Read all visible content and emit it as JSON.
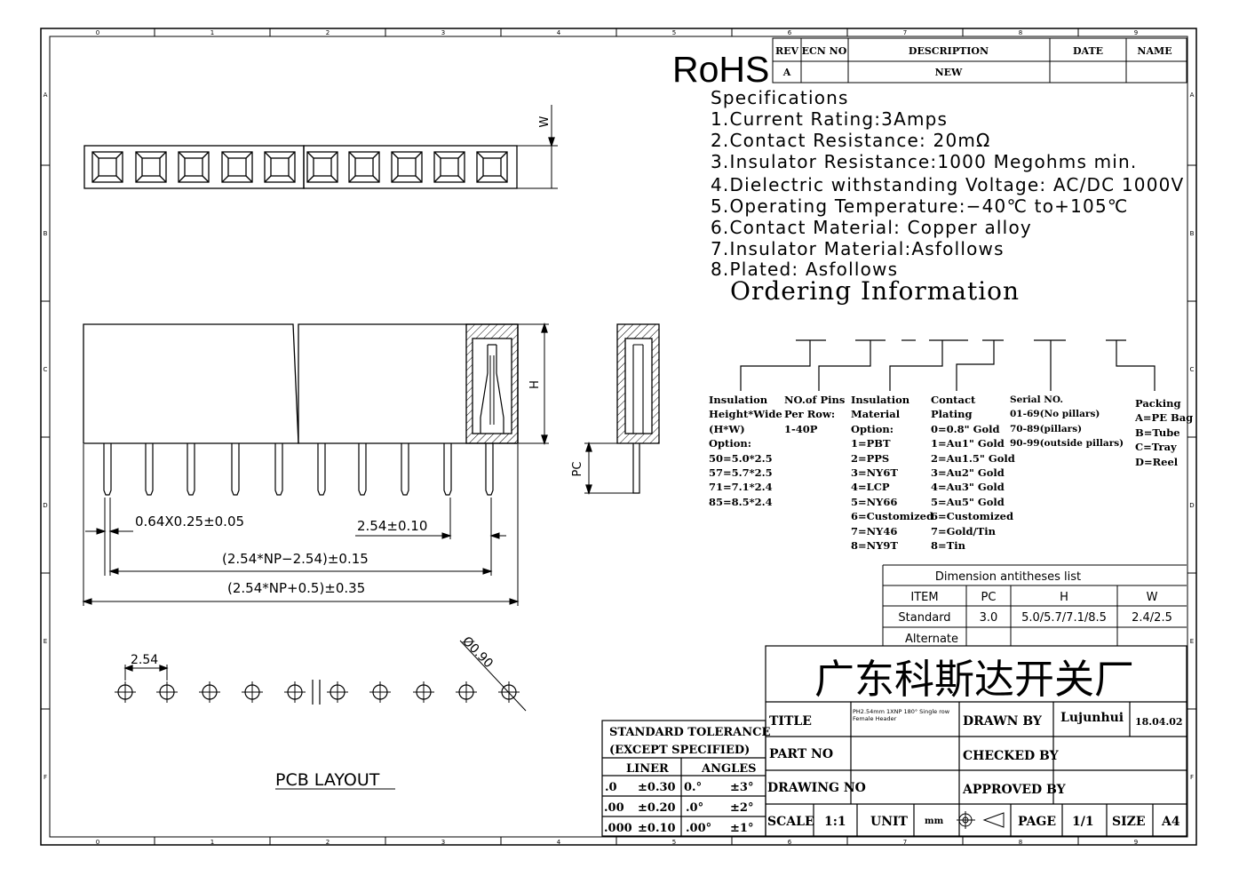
{
  "frame": {
    "col_marks": [
      "0",
      "1",
      "2",
      "3",
      "4",
      "5",
      "6",
      "7",
      "8",
      "9"
    ],
    "row_marks": [
      "A",
      "B",
      "C",
      "D",
      "E",
      "F"
    ]
  },
  "rohs": "RoHS",
  "revision": {
    "headers": [
      "REV",
      "ECN NO",
      "DESCRIPTION",
      "DATE",
      "NAME"
    ],
    "row": [
      "A",
      "",
      "NEW",
      "",
      ""
    ]
  },
  "specifications": {
    "title": "Specifications",
    "items": [
      "1.Current Rating:3Amps",
      "2.Contact Resistance: 20mΩ",
      "3.Insulator Resistance:1000 Megohms min.",
      "4.Dielectric withstanding Voltage: AC/DC 1000V",
      "5.Operating Temperature:−40℃ to+105℃",
      "6.Contact Material: Copper alloy",
      "7.Insulator Material:Asfollows",
      "8.Plated: Asfollows"
    ]
  },
  "ordering": {
    "title": "Ordering Information",
    "columns": [
      {
        "lines": [
          "Insulation",
          "Height*Wide",
          "(H*W)",
          "Option:",
          "50=5.0*2.5",
          "57=5.7*2.5",
          "71=7.1*2.4",
          "85=8.5*2.4"
        ]
      },
      {
        "lines": [
          "NO.of Pins",
          "Per Row:",
          "1-40P"
        ]
      },
      {
        "lines": [
          "Insulation",
          "Material",
          "Option:",
          "1=PBT",
          "2=PPS",
          "3=NY6T",
          "4=LCP",
          "5=NY66",
          "6=Customized",
          "7=NY46",
          "8=NY9T"
        ]
      },
      {
        "lines": [
          "Contact",
          "Plating",
          "0=0.8\" Gold",
          "1=Au1\" Gold",
          "2=Au1.5\" Gold",
          "3=Au2\" Gold",
          "4=Au3\" Gold",
          "5=Au5\" Gold",
          "6=Customized",
          "7=Gold/Tin",
          "8=Tin"
        ]
      },
      {
        "lines": [
          "Serial NO.",
          "01-69(No pillars)",
          "70-89(pillars)",
          "90-99(outside pillars)"
        ]
      },
      {
        "lines": [
          "Packing",
          "A=PE Bag",
          "B=Tube",
          "C=Tray",
          "D=Reel"
        ]
      }
    ]
  },
  "dims": {
    "w": "W",
    "h": "H",
    "pc": "PC",
    "pin": "0.64X0.25±0.05",
    "pitch": "2.54±0.10",
    "span": "(2.54*NP−2.54)±0.15",
    "overall": "(2.54*NP+0.5)±0.35"
  },
  "pcb": {
    "pitch": "2.54",
    "hole": "Ø0.90",
    "caption": "PCB LAYOUT"
  },
  "dim_list": {
    "title": "Dimension antitheses list",
    "headers": [
      "ITEM",
      "PC",
      "H",
      "W"
    ],
    "rows": [
      [
        "Standard",
        "3.0",
        "5.0/5.7/7.1/8.5",
        "2.4/2.5"
      ],
      [
        "Alternate",
        "",
        "",
        ""
      ]
    ]
  },
  "company": "广东科斯达开关厂",
  "title_block": {
    "title_label": "TITLE",
    "title_value": "PH2.54mm 1XNP 180° Single row Female Header",
    "drawn_label": "DRAWN BY",
    "drawn_value": "Lujunhui",
    "date": "18.04.02",
    "part_label": "PART NO",
    "checked_label": "CHECKED BY",
    "drawing_label": "DRAWING NO",
    "approved_label": "APPROVED BY",
    "scale_label": "SCALE",
    "scale_value": "1:1",
    "unit_label": "UNIT",
    "unit_value": "mm",
    "page_label": "PAGE",
    "page_value": "1/1",
    "size_label": "SIZE",
    "size_value": "A4"
  },
  "tolerance": {
    "title1": "STANDARD TOLERANCE",
    "title2": "(EXCEPT SPECIFIED)",
    "liner": "LINER",
    "angles": "ANGLES",
    "rows": [
      [
        ".0",
        "±0.30",
        "0.°",
        "±3°"
      ],
      [
        ".00",
        "±0.20",
        ".0°",
        "±2°"
      ],
      [
        ".000",
        "±0.10",
        ".00°",
        "±1°"
      ]
    ]
  }
}
